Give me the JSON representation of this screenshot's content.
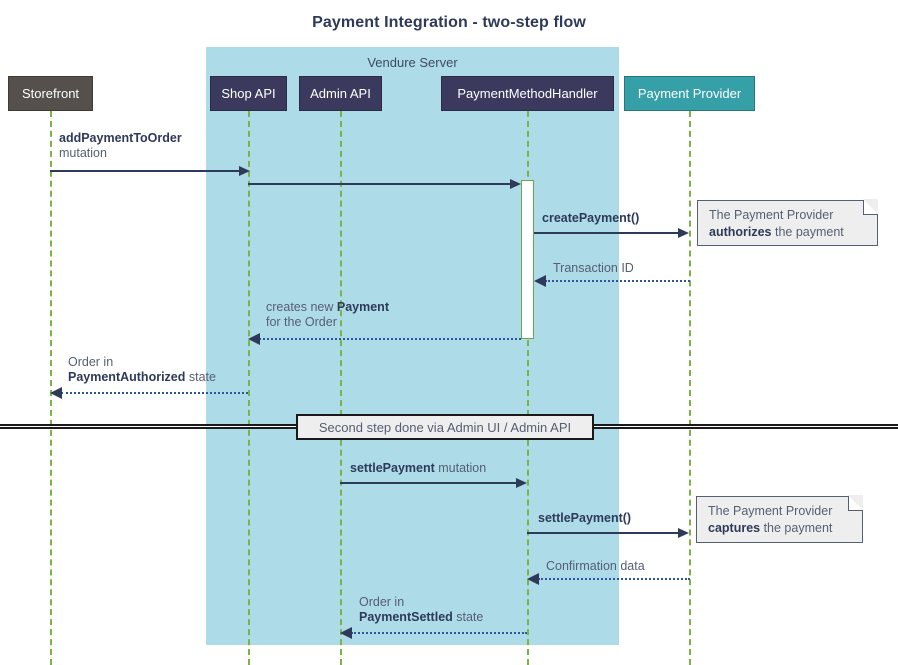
{
  "title": "Payment Integration - two-step flow",
  "group": {
    "label": "Vendure Server"
  },
  "participants": [
    {
      "id": "storefront",
      "label": "Storefront",
      "color": "#55504b"
    },
    {
      "id": "shop-api",
      "label": "Shop API",
      "color": "#3b3a5e"
    },
    {
      "id": "admin-api",
      "label": "Admin API",
      "color": "#3b3a5e"
    },
    {
      "id": "payment-method-handler",
      "label": "PaymentMethodHandler",
      "color": "#3b3a5e"
    },
    {
      "id": "payment-provider",
      "label": "Payment Provider",
      "color": "#35a0a8"
    }
  ],
  "messages": {
    "add_payment_to_order": {
      "bold": "addPaymentToOrder",
      "rest": "mutation"
    },
    "shop_to_handler": {
      "bold": "",
      "rest": ""
    },
    "create_payment": {
      "bold": "createPayment()",
      "rest": ""
    },
    "transaction_id": {
      "bold": "",
      "rest": "Transaction ID"
    },
    "creates_new_payment_l1_a": "creates new ",
    "creates_new_payment_l1_b": "Payment",
    "creates_new_payment_l2": "for the Order",
    "order_authorized_l1": "Order in",
    "order_authorized_l2_bold": "PaymentAuthorized",
    "order_authorized_l2_rest": " state",
    "settle_payment_mutation_bold": "settlePayment",
    "settle_payment_mutation_rest": " mutation",
    "settle_payment_call": "settlePayment()",
    "confirmation_data": "Confirmation data",
    "order_settled_l1": "Order in",
    "order_settled_l2_bold": "PaymentSettled",
    "order_settled_l2_rest": " state"
  },
  "notes": {
    "authorize": {
      "line1": "The Payment Provider",
      "bold": "authorizes",
      "rest": " the payment"
    },
    "capture": {
      "line1": "The Payment Provider",
      "bold": "captures",
      "rest": " the payment"
    }
  },
  "divider": {
    "label": "Second step done via Admin UI / Admin API"
  },
  "colors": {
    "group_fill": "#aedbe8",
    "lifeline": "#7cb342",
    "arrow": "#2e3a59",
    "note_fill": "#eeeeee",
    "storefront": "#55504b",
    "api": "#3b3a5e",
    "provider": "#35a0a8"
  }
}
